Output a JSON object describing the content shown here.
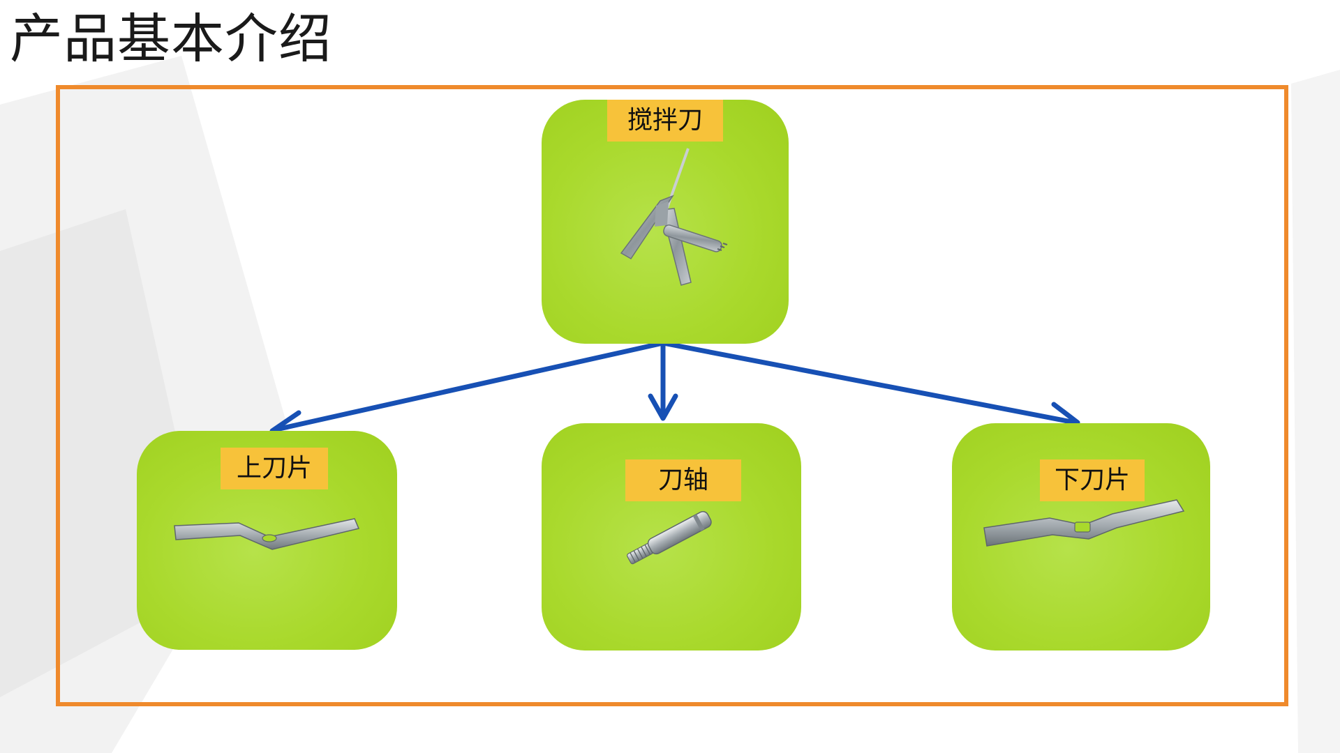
{
  "title": "产品基本介绍",
  "colors": {
    "frame": "#ef8a2c",
    "card": "#a9d92c",
    "tag": "#f7c23a",
    "arrow": "#1750b4"
  },
  "diagram": {
    "root": {
      "label": "搅拌刀",
      "icon": "mixing-blade-assembly-icon"
    },
    "children": [
      {
        "label": "上刀片",
        "icon": "upper-blade-icon"
      },
      {
        "label": "刀轴",
        "icon": "blade-shaft-icon"
      },
      {
        "label": "下刀片",
        "icon": "lower-blade-icon"
      }
    ]
  }
}
